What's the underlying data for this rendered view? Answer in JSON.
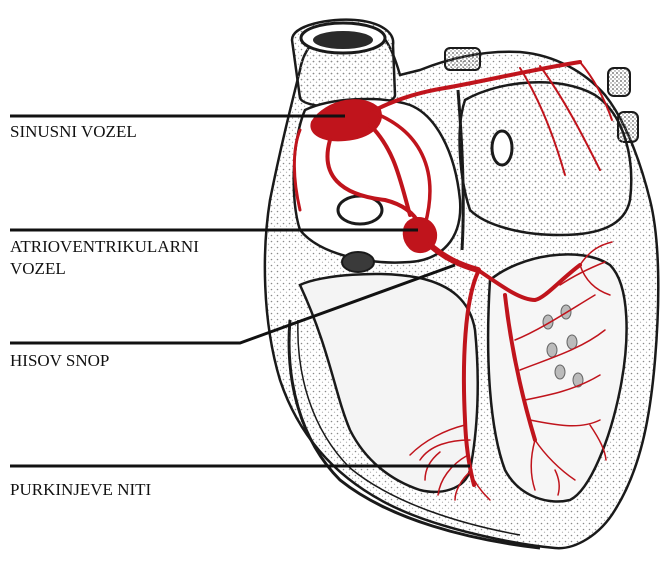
{
  "labels": {
    "sinus_node": "SINUSNI VOZEL",
    "av_node_line1": "ATRIOVENTRIKULARNI",
    "av_node_line2": "VOZEL",
    "his_bundle": "HISOV SNOP",
    "purkinje": "PURKINJEVE NITI"
  },
  "colors": {
    "conduction": "#c0141c",
    "outline": "#1a1a1a",
    "tissue": "#f3f3f3",
    "stipple": "#9a9a9a"
  }
}
